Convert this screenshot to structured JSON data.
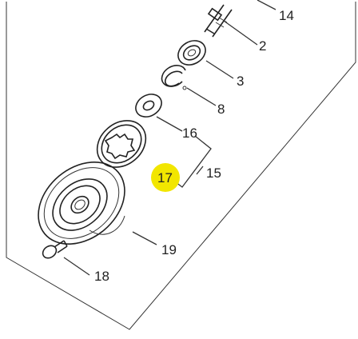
{
  "diagram": {
    "callouts": [
      {
        "id": "14",
        "label": "14"
      },
      {
        "id": "2",
        "label": "2"
      },
      {
        "id": "3",
        "label": "3"
      },
      {
        "id": "8",
        "label": "8"
      },
      {
        "id": "16",
        "label": "16"
      },
      {
        "id": "15",
        "label": "15"
      },
      {
        "id": "17",
        "label": "17",
        "highlighted": true
      },
      {
        "id": "19",
        "label": "19"
      },
      {
        "id": "18",
        "label": "18"
      }
    ],
    "highlight_color": "#f2e600"
  }
}
